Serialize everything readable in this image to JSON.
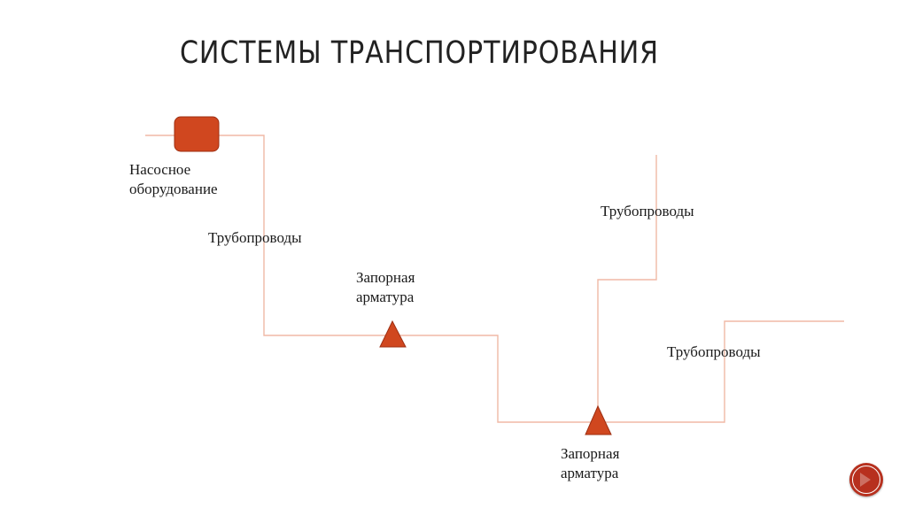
{
  "title": "СИСТЕМЫ ТРАНСПОРТИРОВАНИЯ",
  "colors": {
    "pipe_line": "#f0b9a6",
    "element_fill": "#d0471f",
    "element_stroke": "#9e2f12",
    "nav_button": "#b7301e"
  },
  "labels": {
    "pump": "Насосное\nоборудование",
    "pipeline_1": "Трубопроводы",
    "valve_1": "Запорная\nарматура",
    "pipeline_2": "Трубопроводы",
    "pipeline_3": "Трубопроводы",
    "valve_2": "Запорная\nарматура"
  },
  "icons": {
    "pump": "rounded-square-icon",
    "valve": "triangle-icon",
    "nav": "next-slide-icon"
  }
}
